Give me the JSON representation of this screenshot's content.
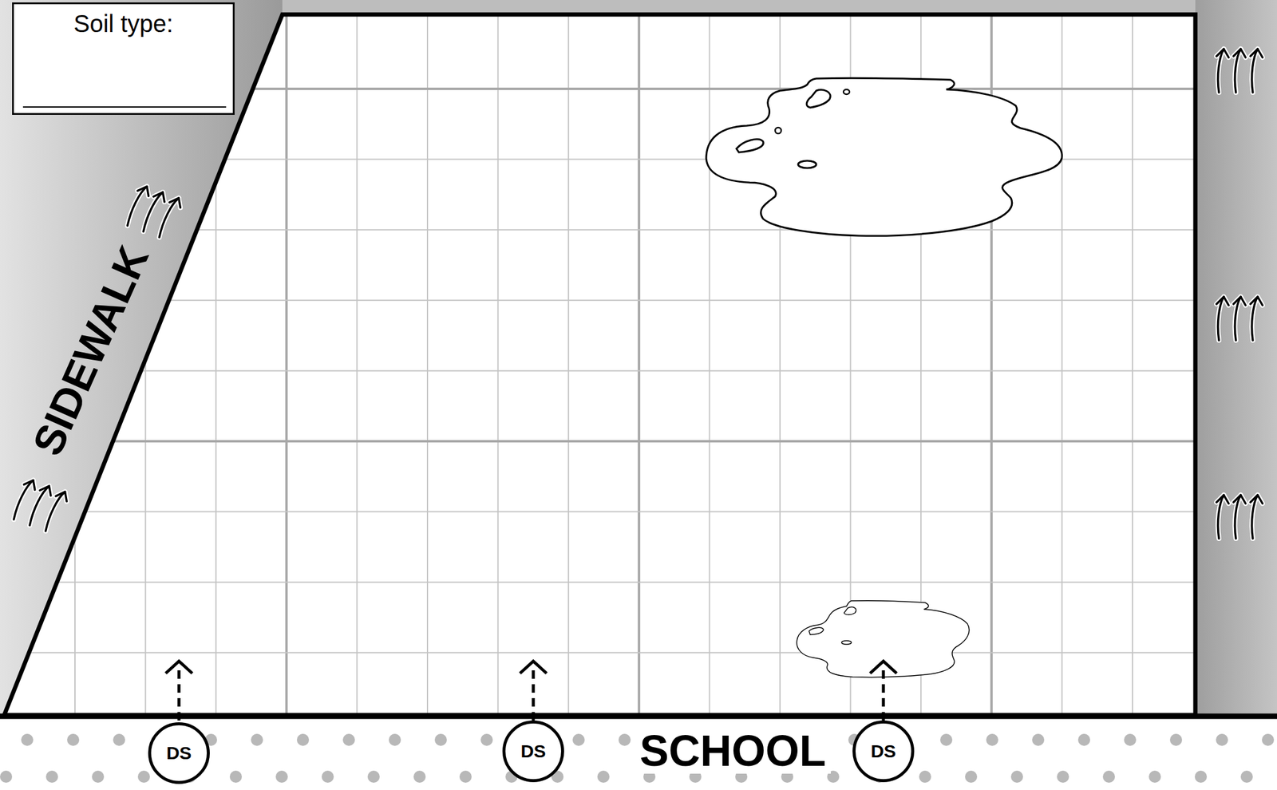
{
  "diagram": {
    "nodes": [
      {
        "text": [
          "Soil type:"
        ]
      },
      {
        "text": [
          "DS"
        ]
      },
      {
        "text": [
          "DS"
        ]
      },
      {
        "text": [
          "DS"
        ]
      }
    ],
    "labels": [
      "SIDEWALK",
      "SCHOOL"
    ]
  }
}
